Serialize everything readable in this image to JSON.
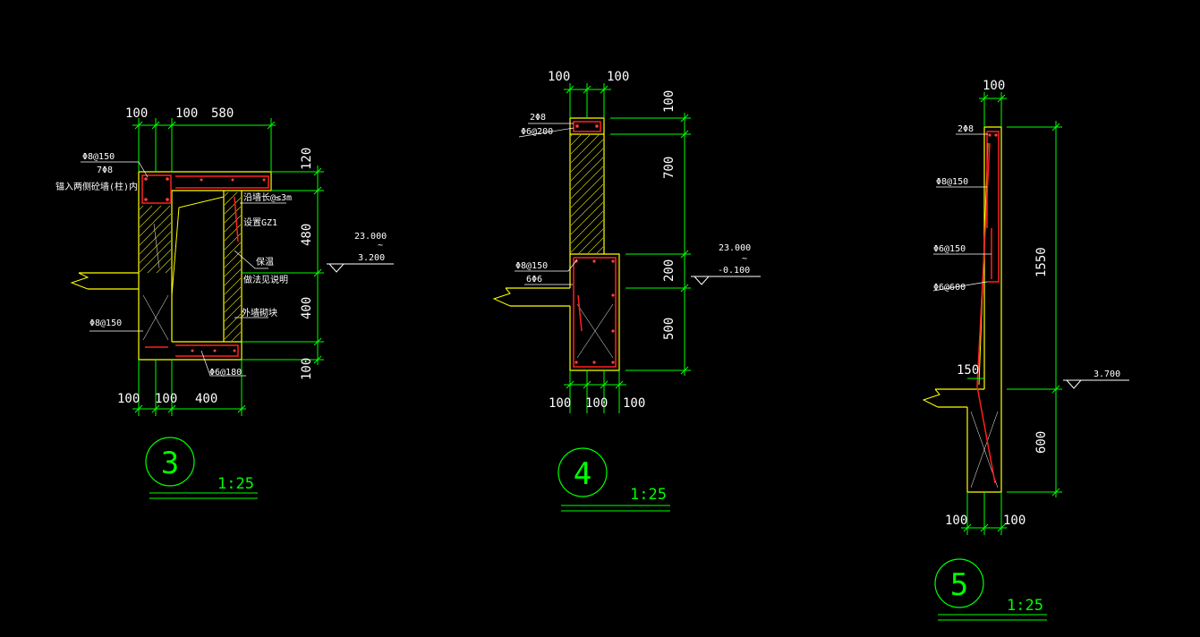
{
  "colors": {
    "background": "#000000",
    "dimension": "#00ff00",
    "outline": "#ffff00",
    "rebar": "#ff2020",
    "text": "#ffffff"
  },
  "details": [
    {
      "id": "3",
      "scale": "1:25",
      "dims_top": [
        "100",
        "100",
        "580"
      ],
      "dims_bottom": [
        "100",
        "100",
        "400"
      ],
      "dims_right": [
        "120",
        "480",
        "400",
        "100"
      ],
      "notes": [
        "Φ8@150",
        "7Φ8",
        "锚入两侧砼墙(柱)内",
        "沿墙长@≤3m",
        "设置GZ1",
        "保温",
        "做法见说明",
        "外墙砌块",
        "Φ8@150",
        "Φ6@180"
      ],
      "level": [
        "23.000",
        "~",
        "3.200"
      ]
    },
    {
      "id": "4",
      "scale": "1:25",
      "dims_top": [
        "100",
        "100"
      ],
      "dims_bottom": [
        "100",
        "100",
        "100"
      ],
      "dims_right": [
        "100",
        "700",
        "200",
        "500"
      ],
      "notes": [
        "2Φ8",
        "Φ6@200",
        "Φ8@150",
        "6Φ6"
      ],
      "level": [
        "23.000",
        "~",
        "-0.100"
      ]
    },
    {
      "id": "5",
      "scale": "1:25",
      "dims_top": [
        "100"
      ],
      "dims_bottom": [
        "100",
        "100"
      ],
      "dims_right": [
        "1550",
        "600"
      ],
      "dims_left": [
        "150"
      ],
      "notes": [
        "2Φ8",
        "Φ8@150",
        "Φ6@150",
        "Φ6@600"
      ],
      "level": [
        "3.700"
      ]
    }
  ]
}
